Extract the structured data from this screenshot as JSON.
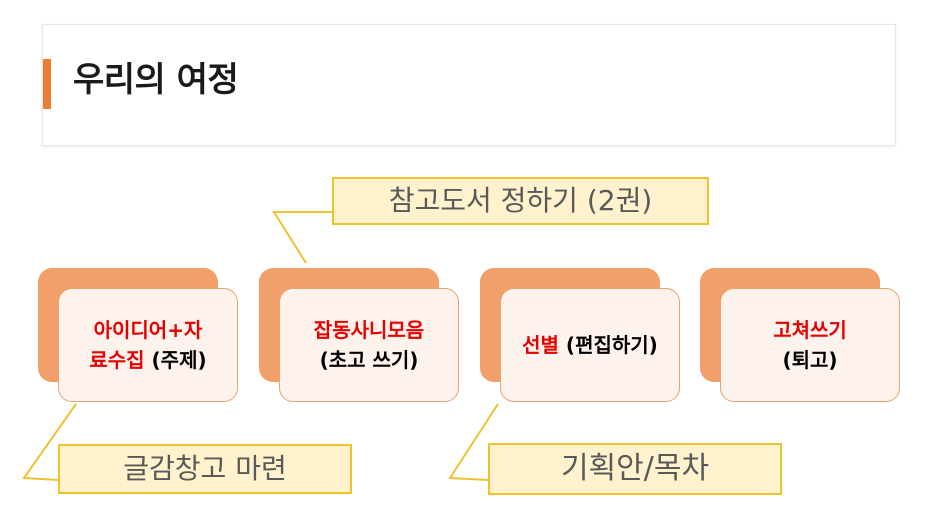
{
  "title": "우리의 여정",
  "colors": {
    "accent": "#ee7b30",
    "box_back": "#f2a06a",
    "box_front": "#fdf3ec",
    "highlight_text": "#e60000",
    "callout_fill": "#fff2cc",
    "callout_border": "#f2c12e",
    "connector": "#f2c12e"
  },
  "steps": [
    {
      "line1_red": "아이디어+자",
      "line2_red": "료수집",
      "line2_black": " (주제)"
    },
    {
      "line1_red": "잡동사니모음",
      "line2_black": "(초고 쓰기)"
    },
    {
      "line1_red": "선별",
      "line1_black": " (편집하기)"
    },
    {
      "line1_red": "고쳐쓰기",
      "line2_black": "(퇴고)"
    }
  ],
  "callouts": {
    "top": "참고도서 정하기 (2권)",
    "left": "글감창고 마련",
    "right": "기획안/목차"
  }
}
